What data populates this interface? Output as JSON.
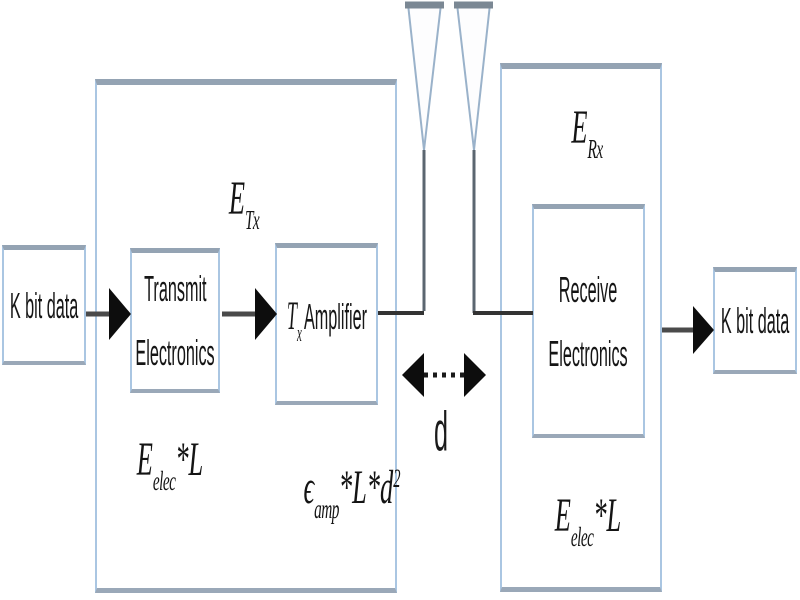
{
  "diagram": {
    "input_box": {
      "label": "K bit data"
    },
    "output_box": {
      "label": "K bit data"
    },
    "transmitter": {
      "energy": {
        "base": "E",
        "sub": "Tx"
      },
      "electronics_box": {
        "line1": "Transmit",
        "line2": "Electronics"
      },
      "amplifier_box": {
        "t_base": "T",
        "t_sub": "x",
        "name": "Amplifier"
      },
      "electronics_energy": {
        "base": "E",
        "sub": "elec",
        "tail": "*L"
      },
      "amplifier_energy": {
        "base": "ϵ",
        "sub": "amp",
        "tail": "*L*d",
        "sup": "2"
      }
    },
    "channel": {
      "distance_label": "d"
    },
    "receiver": {
      "energy": {
        "base": "E",
        "sub": "Rx"
      },
      "electronics_box": {
        "line1": "Receive",
        "line2": "Electronics"
      },
      "electronics_energy": {
        "base": "E",
        "sub": "elec",
        "tail": "*L"
      }
    },
    "colors": {
      "background": "#ffffff",
      "box_border_blue": "#aac6e2",
      "box_bar_gray": "#94a3b3",
      "antenna_outline": "#9ab2ca",
      "antenna_bar": "#7b8894",
      "line_dark": "#3a3a3a",
      "arrow_black": "#0d0d0d",
      "text": "#161616"
    }
  }
}
